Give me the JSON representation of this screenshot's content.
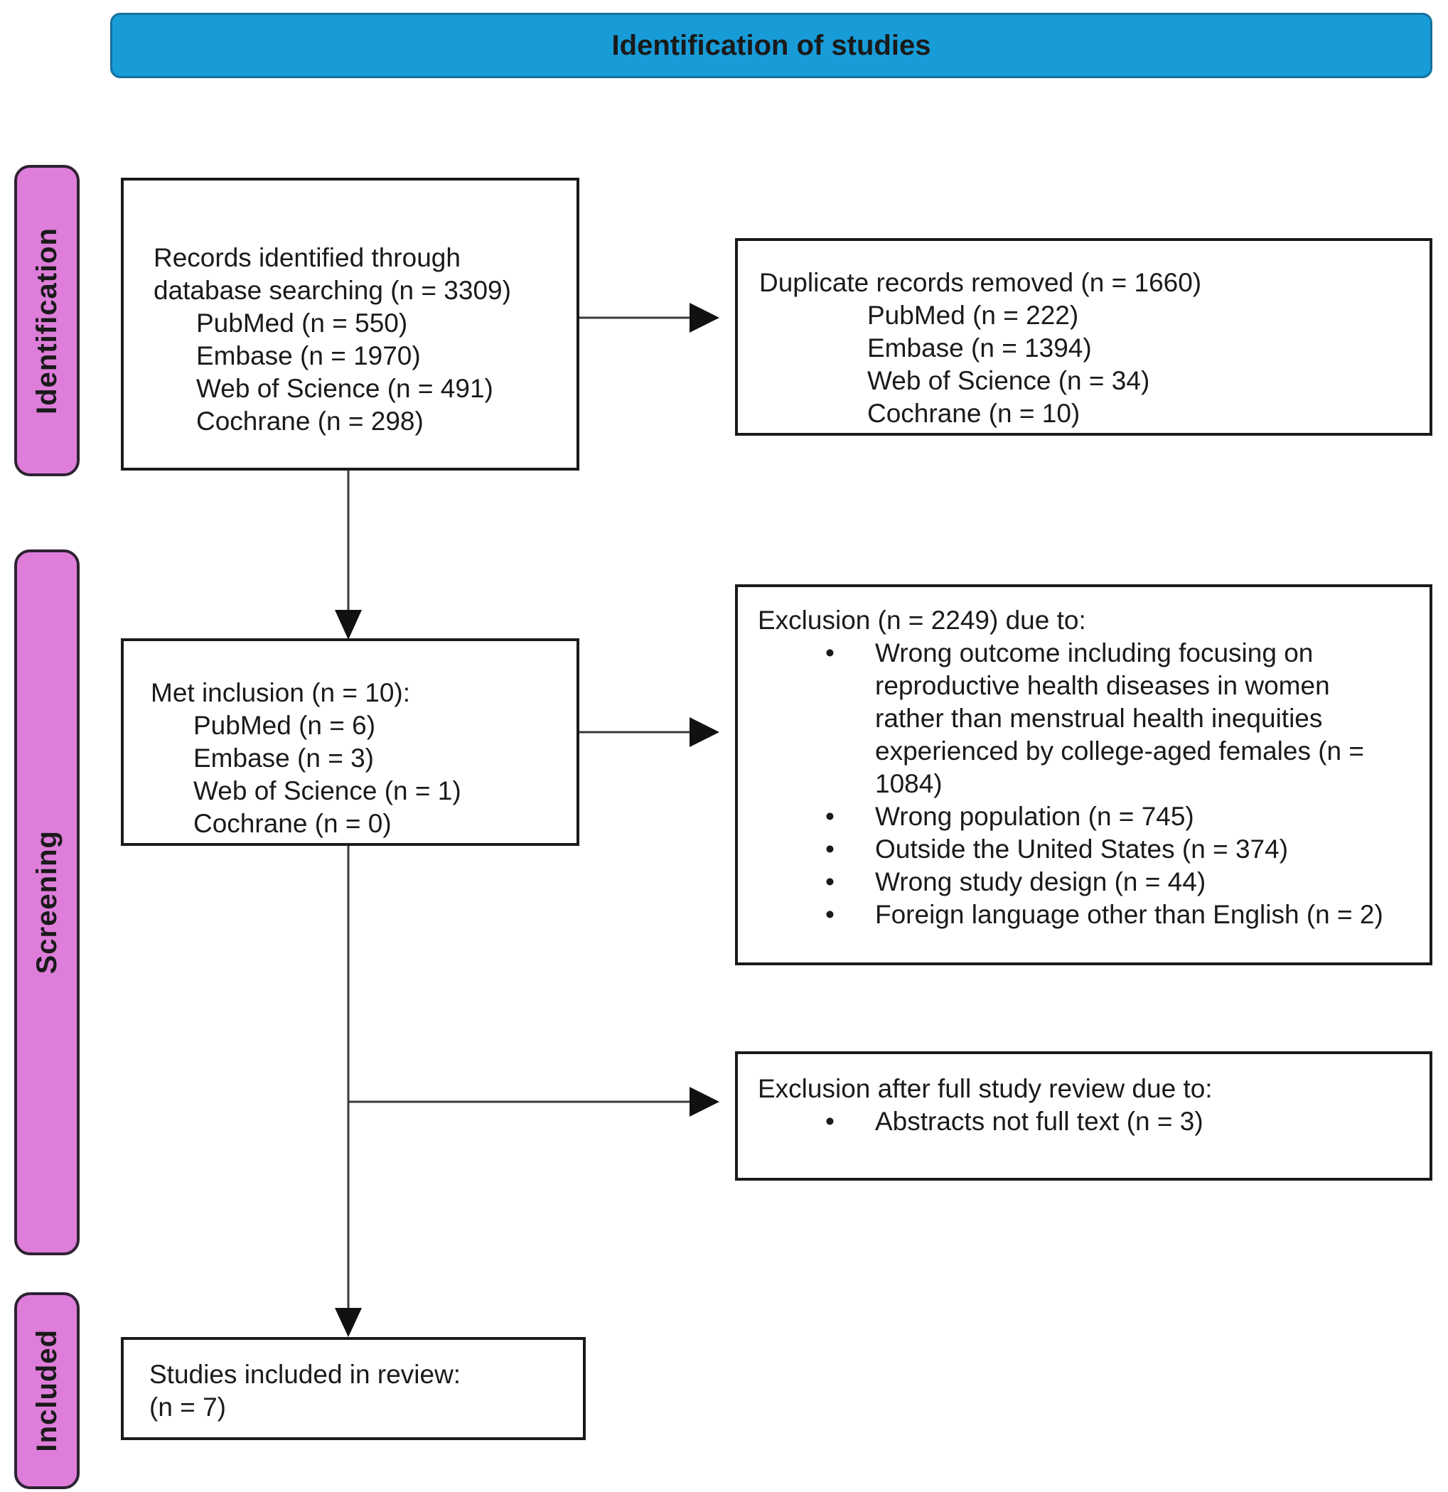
{
  "figure": {
    "banner_title": "Identification of studies"
  },
  "colors": {
    "banner_fill": "#189CD8",
    "banner_border": "#15719C",
    "stage_fill": "#DE7EDA",
    "stage_border": "#2E2233",
    "box_border": "#1A1A1A",
    "arrow": "#3A3A3A",
    "text": "#1A1A1A",
    "background": "#FFFFFF"
  },
  "stages": [
    {
      "label": "Identification"
    },
    {
      "label": "Screening"
    },
    {
      "label": "Included"
    }
  ],
  "boxes": {
    "records_identified": {
      "heading": "Records identified through database searching (n = 3309)",
      "items": [
        "PubMed (n = 550)",
        "Embase (n = 1970)",
        "Web of Science (n = 491)",
        "Cochrane (n = 298)"
      ]
    },
    "duplicates_removed": {
      "heading": "Duplicate records removed (n = 1660)",
      "items": [
        "PubMed (n = 222)",
        "Embase (n = 1394)",
        "Web of Science (n = 34)",
        "Cochrane (n = 10)"
      ]
    },
    "met_inclusion": {
      "heading": "Met inclusion (n = 10):",
      "items": [
        "PubMed (n = 6)",
        "Embase (n = 3)",
        "Web of Science (n = 1)",
        "Cochrane (n = 0)"
      ]
    },
    "exclusion_screening": {
      "heading": "Exclusion (n = 2249) due to:",
      "bullets": [
        "Wrong outcome including focusing on reproductive health diseases in women rather than menstrual health inequities experienced by college-aged females (n = 1084)",
        "Wrong population (n = 745)",
        "Outside the United States (n = 374)",
        "Wrong study design (n = 44)",
        "Foreign language other than English (n = 2)"
      ]
    },
    "exclusion_full_review": {
      "heading": "Exclusion after full study review due to:",
      "bullets": [
        "Abstracts not full text (n = 3)"
      ]
    },
    "included_studies": {
      "heading": "Studies included in review:",
      "count": "(n = 7)"
    }
  }
}
